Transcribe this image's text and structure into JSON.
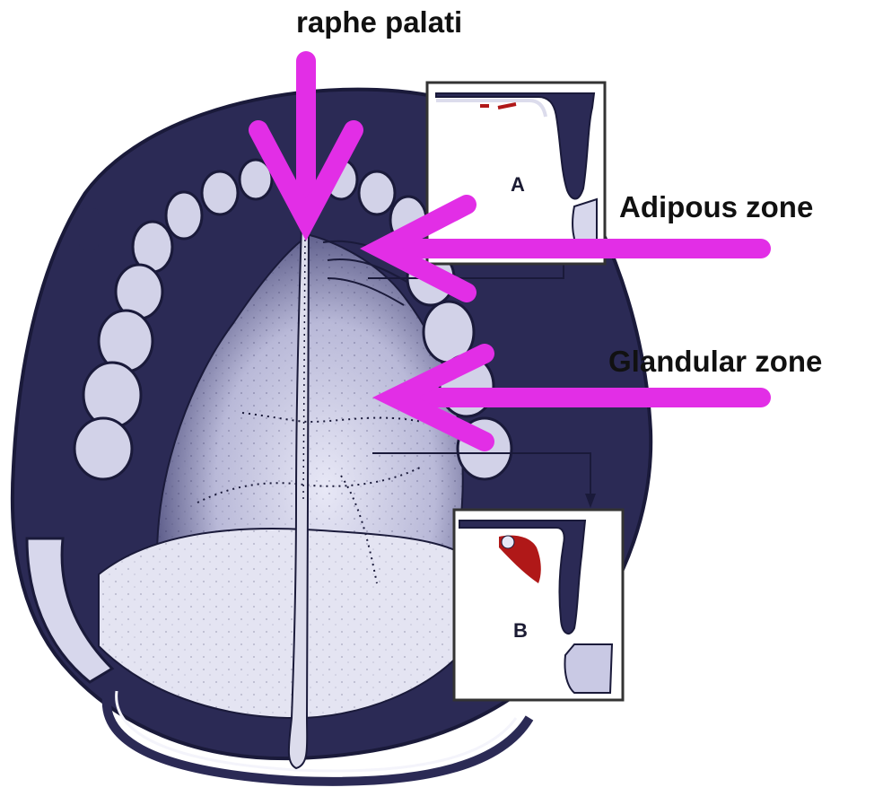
{
  "labels": {
    "raphe": "raphe palati",
    "adipous": "Adipous zone",
    "glandular": "Glandular zone"
  },
  "insets": {
    "a": "A",
    "b": "B"
  },
  "colors": {
    "arrow": "#e22ee6",
    "tissue_dark": "#2b2a55",
    "tissue_light": "#dcdcf0",
    "inset_red": "#b01818"
  }
}
